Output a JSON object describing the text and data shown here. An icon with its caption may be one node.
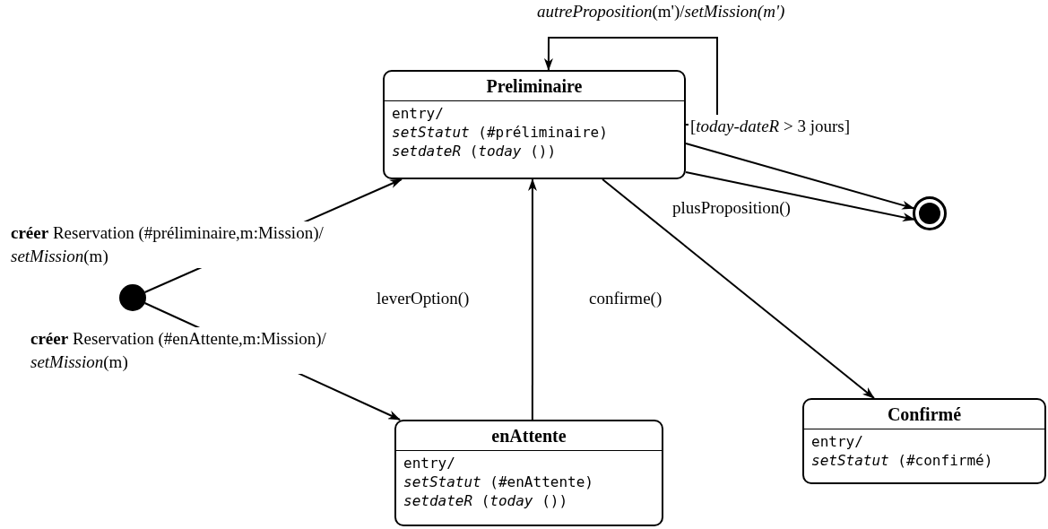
{
  "diagram": {
    "nodes": [
      {
        "text": [
          "Preliminaire",
          "entry/",
          "*setStatut* (#préliminaire)",
          "*setdateR* (*today* ())"
        ]
      },
      {
        "text": [],
        "shape": "circle"
      },
      {
        "text": [],
        "shape": "circle"
      },
      {
        "text": [
          "enAttente",
          "entry/",
          "*setStatut* (#enAttente)",
          "*setdateR* (*today* ())"
        ]
      },
      {
        "text": [
          "Confirmé",
          "entry/",
          "*setStatut* (#confirmé)"
        ]
      }
    ],
    "edges": [
      {
        "from": 1,
        "to": 0,
        "arrow": "to",
        "label": "**créer** Reservation (#préliminaire,m:Mission)/ *setMission*(m)"
      },
      {
        "from": 1,
        "to": 3,
        "arrow": "to",
        "label": "**créer** Reservation (#enAttente,m:Mission)/ *setMission*(m)"
      },
      {
        "from": 3,
        "to": 0,
        "arrow": "to",
        "label": "leverOption()"
      },
      {
        "from": 0,
        "to": 0,
        "arrow": "to",
        "label": "*autreProposition*(m')/*setMission(m')*"
      },
      {
        "from": 0,
        "to": 2,
        "arrow": "to",
        "label": "[*today-dateR* > 3 jours]"
      },
      {
        "from": 0,
        "to": 2,
        "arrow": "to",
        "label": "plusProposition()"
      },
      {
        "from": 0,
        "to": 4,
        "arrow": "to",
        "label": "confirme()"
      }
    ]
  }
}
